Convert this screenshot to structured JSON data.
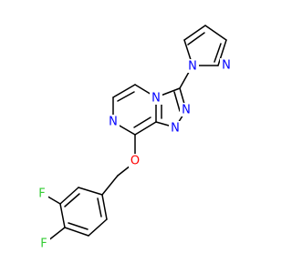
{
  "structure": {
    "atoms": [
      {
        "id": "N_pz1",
        "symbol": "N",
        "color": "#0000ff"
      },
      {
        "id": "N_pz2",
        "symbol": "N",
        "color": "#0000ff"
      },
      {
        "id": "N_tri4",
        "symbol": "N",
        "color": "#0000ff"
      },
      {
        "id": "N_tri2",
        "symbol": "N",
        "color": "#0000ff"
      },
      {
        "id": "N_tri1",
        "symbol": "N",
        "color": "#0000ff"
      },
      {
        "id": "N_pyz7",
        "symbol": "N",
        "color": "#0000ff"
      },
      {
        "id": "O_ether",
        "symbol": "O",
        "color": "#ff0000"
      },
      {
        "id": "F_3",
        "symbol": "F",
        "color": "#33cc33"
      },
      {
        "id": "F_4",
        "symbol": "F",
        "color": "#33cc33"
      }
    ],
    "bond_color": "#000000"
  }
}
